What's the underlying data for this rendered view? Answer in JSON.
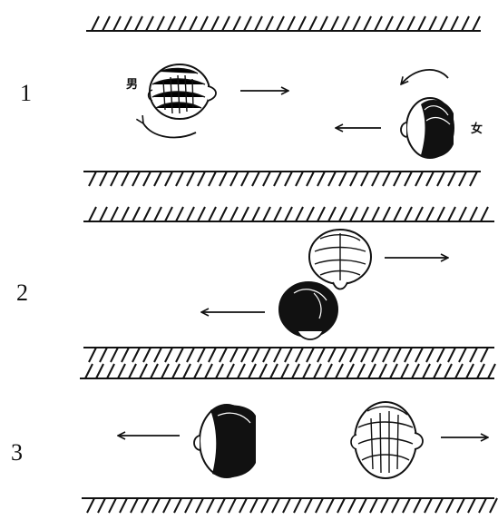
{
  "panels": [
    {
      "number": "1",
      "man_label": "男",
      "woman_label": "女"
    },
    {
      "number": "2"
    },
    {
      "number": "3"
    }
  ],
  "colors": {
    "ink": "#111111",
    "paper": "#ffffff"
  },
  "icons": [
    "hatched-wall-icon",
    "right-arrow-icon",
    "left-arrow-icon",
    "turn-arrow-icon",
    "man-head-icon",
    "woman-head-icon"
  ]
}
